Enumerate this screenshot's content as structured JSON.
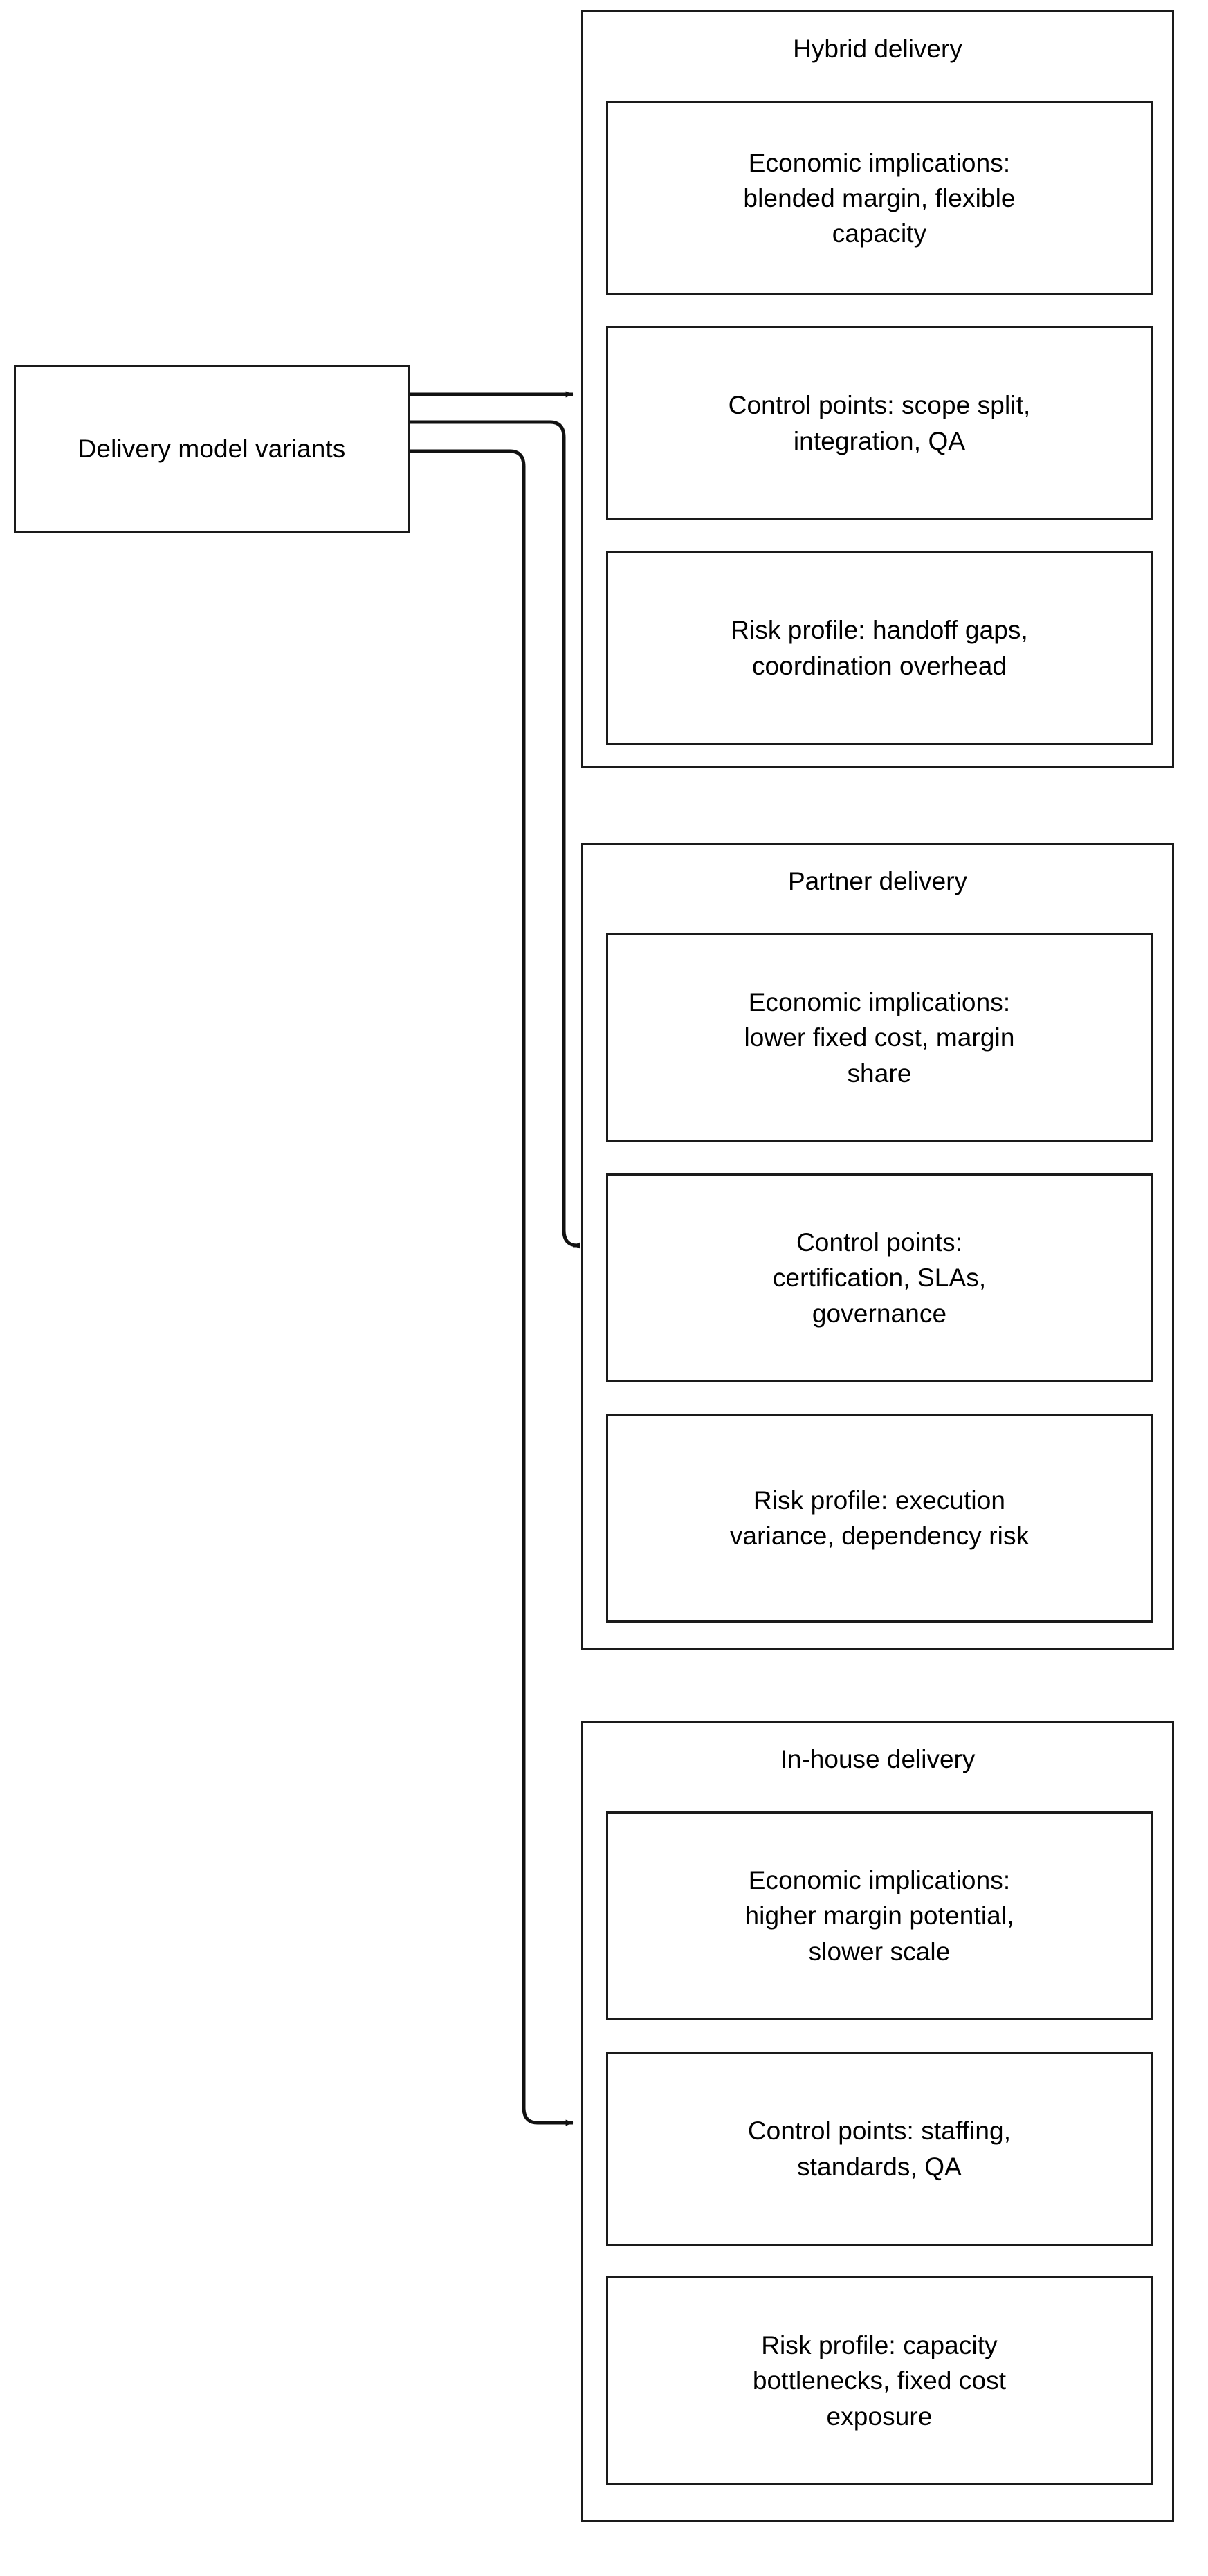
{
  "diagram": {
    "type": "flowchart",
    "orientation": "left-to-right",
    "background_color": "#ffffff",
    "stroke_color": "#1a1a1a",
    "text_color": "#000000",
    "root": {
      "label": "Delivery model variants"
    },
    "groups": [
      {
        "id": "hybrid",
        "title": "Hybrid delivery",
        "items": [
          {
            "label": "Economic implications:\nblended margin, flexible\ncapacity"
          },
          {
            "label": "Control points: scope split,\nintegration, QA"
          },
          {
            "label": "Risk profile: handoff gaps,\ncoordination overhead"
          }
        ]
      },
      {
        "id": "partner",
        "title": "Partner delivery",
        "items": [
          {
            "label": "Economic implications:\nlower fixed cost, margin\nshare"
          },
          {
            "label": "Control points:\ncertification, SLAs,\ngovernance"
          },
          {
            "label": "Risk profile: execution\nvariance, dependency risk"
          }
        ]
      },
      {
        "id": "inhouse",
        "title": "In-house delivery",
        "items": [
          {
            "label": "Economic implications:\nhigher margin potential,\nslower scale"
          },
          {
            "label": "Control points: staffing,\nstandards, QA"
          },
          {
            "label": "Risk profile: capacity\nbottlenecks, fixed cost\nexposure"
          }
        ]
      }
    ],
    "connectors": [
      {
        "from": "root",
        "to": "hybrid",
        "style": "orthogonal",
        "arrowhead": "filled-triangle"
      },
      {
        "from": "root",
        "to": "partner",
        "style": "orthogonal",
        "arrowhead": "filled-triangle"
      },
      {
        "from": "root",
        "to": "inhouse",
        "style": "orthogonal",
        "arrowhead": "filled-triangle"
      }
    ]
  }
}
